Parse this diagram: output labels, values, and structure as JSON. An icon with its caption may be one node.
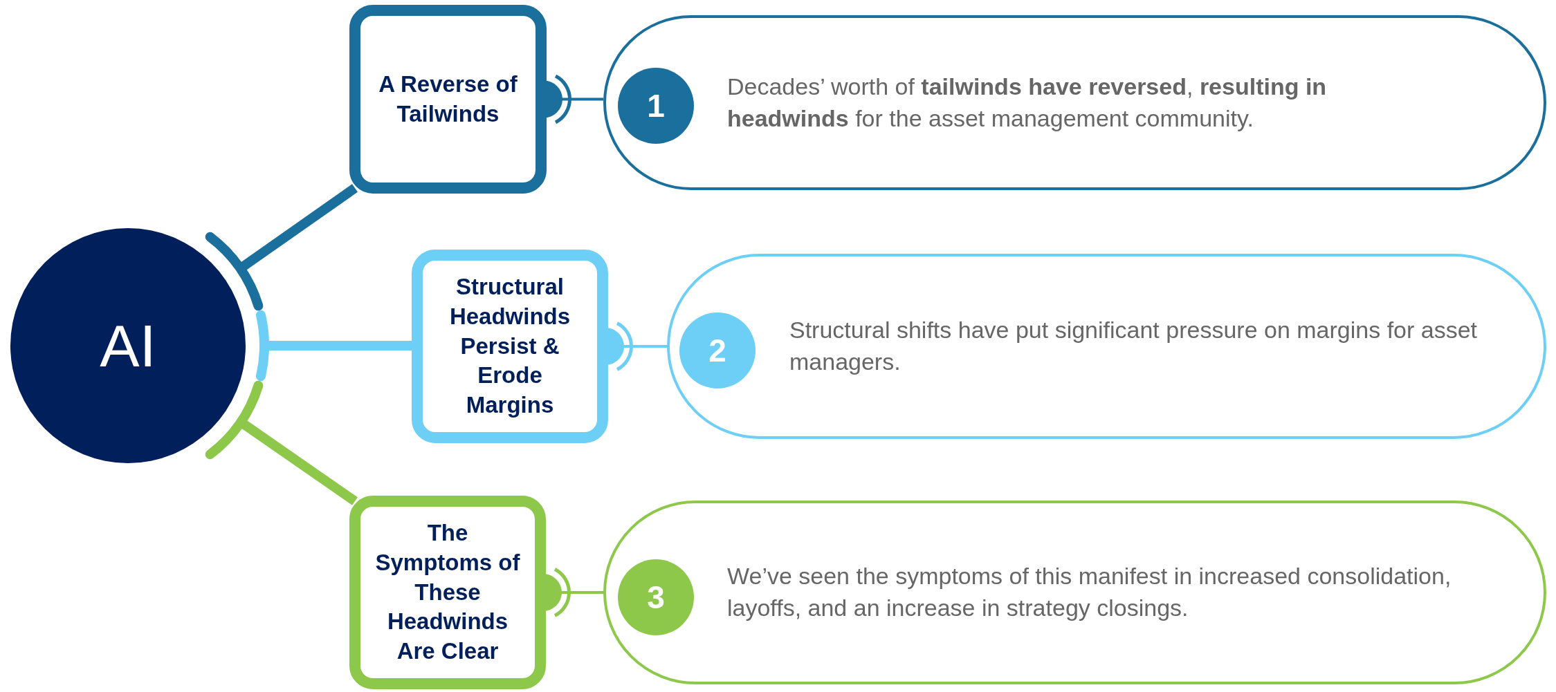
{
  "diagram": {
    "nodes": [
      {
        "text": [
          "AI"
        ]
      },
      {
        "text": [
          "A Reverse of Tailwinds"
        ]
      },
      {
        "text": [
          "Decades’ worth of **tailwinds have reversed**, **resulting in headwinds** for the asset management community."
        ]
      },
      {
        "text": [
          "1"
        ],
        "in": 2
      },
      {
        "text": [
          "Structural Headwinds Persist & Erode Margins"
        ]
      },
      {
        "text": [
          "Structural shifts have put significant pressure on margins for asset managers."
        ]
      },
      {
        "text": [
          "2"
        ],
        "in": 5
      },
      {
        "text": [
          "The Symptoms of These Headwinds Are Clear"
        ]
      },
      {
        "text": [
          "We’ve seen the symptoms of this manifest in increased consolidation, layoffs, and an increase in strategy closings."
        ]
      },
      {
        "text": [
          "3"
        ],
        "in": 8
      }
    ],
    "edges": [
      {
        "from": 0,
        "to": 1,
        "arrow": "none",
        "style": "thick",
        "color": "#1a6f9c"
      },
      {
        "from": 0,
        "to": 4,
        "arrow": "none",
        "style": "thick",
        "color": "#6dcff6"
      },
      {
        "from": 0,
        "to": 7,
        "arrow": "none",
        "style": "thick",
        "color": "#8dc84b"
      },
      {
        "from": 1,
        "to": 2,
        "arrow": "other",
        "color": "#1a6f9c"
      },
      {
        "from": 4,
        "to": 5,
        "arrow": "other",
        "color": "#6dcff6"
      },
      {
        "from": 7,
        "to": 8,
        "arrow": "other",
        "color": "#8dc84b"
      }
    ]
  }
}
